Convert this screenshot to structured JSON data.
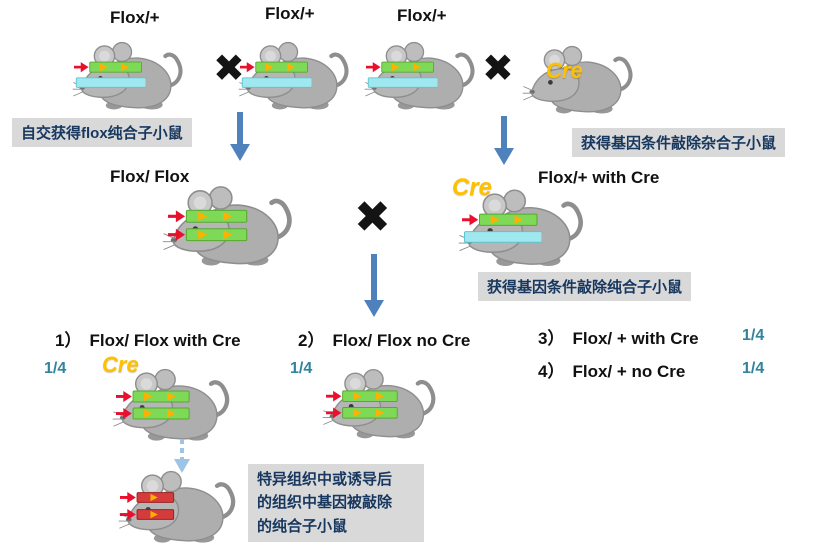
{
  "generation1": {
    "p1": "Flox/+",
    "p2": "Flox/+",
    "p3": "Flox/+",
    "cross": "✖",
    "cre": "Cre"
  },
  "captions": {
    "left": "自交获得flox纯合子小鼠",
    "right": "获得基因条件敲除杂合子小鼠",
    "middle": "获得基因条件敲除纯合子小鼠",
    "bottom": [
      "特异组织中或诱导后",
      "的组织中基因被敲除",
      "的纯合子小鼠"
    ]
  },
  "generation2": {
    "left": "Flox/ Flox",
    "right": "Flox/+ with Cre",
    "cross": "✖",
    "cre": "Cre"
  },
  "offspring": [
    {
      "num": "1）",
      "name": "Flox/ Flox with Cre",
      "fraction": "1/4",
      "cre": "Cre"
    },
    {
      "num": "2）",
      "name": "Flox/ Flox no Cre",
      "fraction": "1/4"
    },
    {
      "num": "3）",
      "name": "Flox/ + with Cre",
      "fraction": "1/4"
    },
    {
      "num": "4）",
      "name": "Flox/ + no Cre",
      "fraction": "1/4"
    }
  ],
  "colors": {
    "arrow_blue": "#4f81bd",
    "dashed_arrow_blue": "#9dc3e6",
    "cre_yellow": "#ffc000",
    "fraction_teal": "#31849b",
    "caption_bg": "#d9d9d9",
    "caption_text": "#17375e",
    "flox_green": "#7ed957",
    "wildtype_cyan": "#9fe8ef",
    "loxp_orange": "#ffb000",
    "gene_red": "#e8112d",
    "mouse_gray": "#aeaeae"
  }
}
